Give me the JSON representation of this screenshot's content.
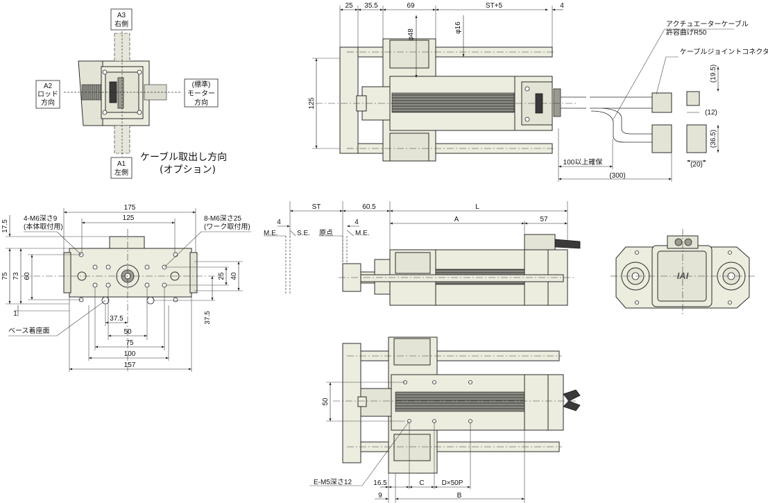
{
  "labels": {
    "a3": "A3",
    "a3_sub": "右側",
    "a2": "A2",
    "a2_sub1": "ロッド",
    "a2_sub2": "方向",
    "motor1": "(標準)",
    "motor2": "モーター",
    "motor3": "方向",
    "a1": "A1",
    "a1_sub": "左側",
    "cable_dir1": "ケーブル取出し方向",
    "cable_dir2": "(オプション)",
    "actuator_cable1": "アクチュエーターケーブル",
    "actuator_cable2": "許容曲げR50",
    "joint_connector": "ケーブルジョイントコネクター",
    "m6_9_line1": "4-M6深さ9",
    "m6_9_line2": "(本体取付用)",
    "m6_25_line1": "8-M6深さ25",
    "m6_25_line2": "(ワーク取付用)",
    "base_face": "ベース着座面",
    "me_left": "M.E.",
    "se": "S.E.",
    "origin": "原点",
    "me_right": "M.E.",
    "e_m5": "E-M5深さ12",
    "logo": "IAI"
  },
  "dims": {
    "d25": "25",
    "d35_5": "35.5",
    "d69": "69",
    "st5": "ST+5",
    "d4_top": "4",
    "phi48": "φ48",
    "phi16": "φ16",
    "d125_v": "125",
    "d19_5": "(19.5)",
    "d12": "(12)",
    "d36_5": "(36.5)",
    "d20": "(20)",
    "d100": "100以上確保",
    "d300": "(300)",
    "d175": "175",
    "d125_h": "125",
    "d17_5": "17.5",
    "d73": "73",
    "d75_v": "75",
    "d60": "60",
    "d1": "1",
    "d25_v": "25",
    "d40": "40",
    "d37_5_v": "37.5",
    "d37_5_h": "37.5",
    "d50_h": "50",
    "d75_h": "75",
    "d100_h": "100",
    "d157": "157",
    "st": "ST",
    "d60_5": "60.5",
    "l": "L",
    "d4_a": "4",
    "d4_b": "4",
    "a": "A",
    "d57": "57",
    "d50_v": "50",
    "d16_5": "16.5",
    "c": "C",
    "dx50p": "D×50P",
    "d9": "9",
    "b": "B"
  }
}
